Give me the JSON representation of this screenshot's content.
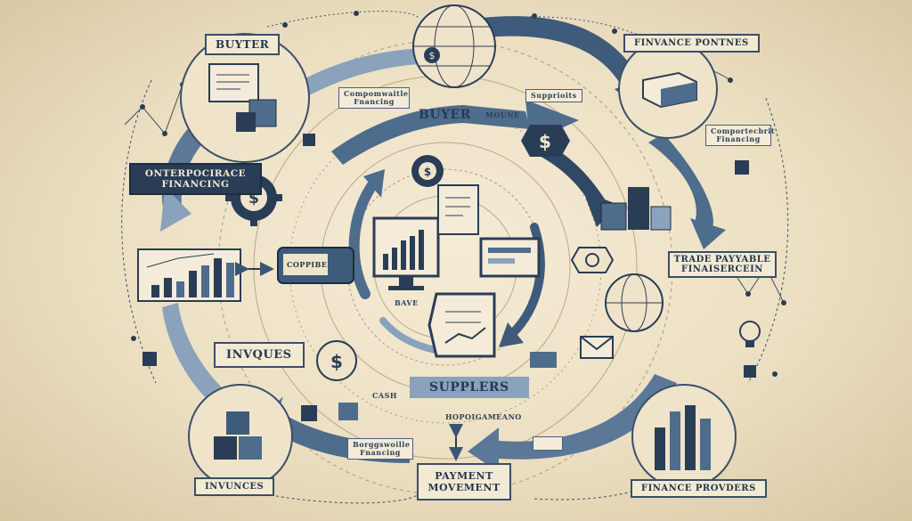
{
  "labels": {
    "buyer_top": "BUYTER",
    "finance_partners": "FINVANCE PONTNES",
    "competitive_financing_left": "Compomwaitle Fnancing",
    "supplier_small": "Supprioits",
    "buyer_center": "BUYER",
    "buyer_center_small": "MOUNE",
    "competitive_financing_right": "Comportecbrit Financing",
    "enterprise_financing": "ONTERPOCIRACE FINANCING",
    "copyable": "COPPIBE",
    "trade_payable": "TRADE PAYYABLE FINAISERCEIN",
    "invques": "INVQUES",
    "suppliers": "SUPPLERS",
    "cash": "CASH",
    "optimization": "HOPOIGAMEANO",
    "bottom_financing": "Borggswoille Fnancing",
    "invoices_bottom": "INVUNCES",
    "payment_movement_line1": "PAYMENT",
    "payment_movement_line2": "MOVEMENT",
    "finance_providers": "FINANCE PROVDERS",
    "doc_label": "BAVE"
  },
  "colors": {
    "navy": "#2a3d56",
    "steel": "#4e6c8c",
    "light_steel": "#8aa2bb",
    "parchment": "#efe4c9",
    "ink": "#25384f"
  },
  "icons": [
    "globe-icon",
    "dollar-gear-icon",
    "dollar-shield-icon",
    "bar-chart-icon",
    "stacked-boxes-icon",
    "envelope-icon",
    "lightbulb-icon",
    "document-icon",
    "monitor-icon",
    "truck-icon"
  ]
}
